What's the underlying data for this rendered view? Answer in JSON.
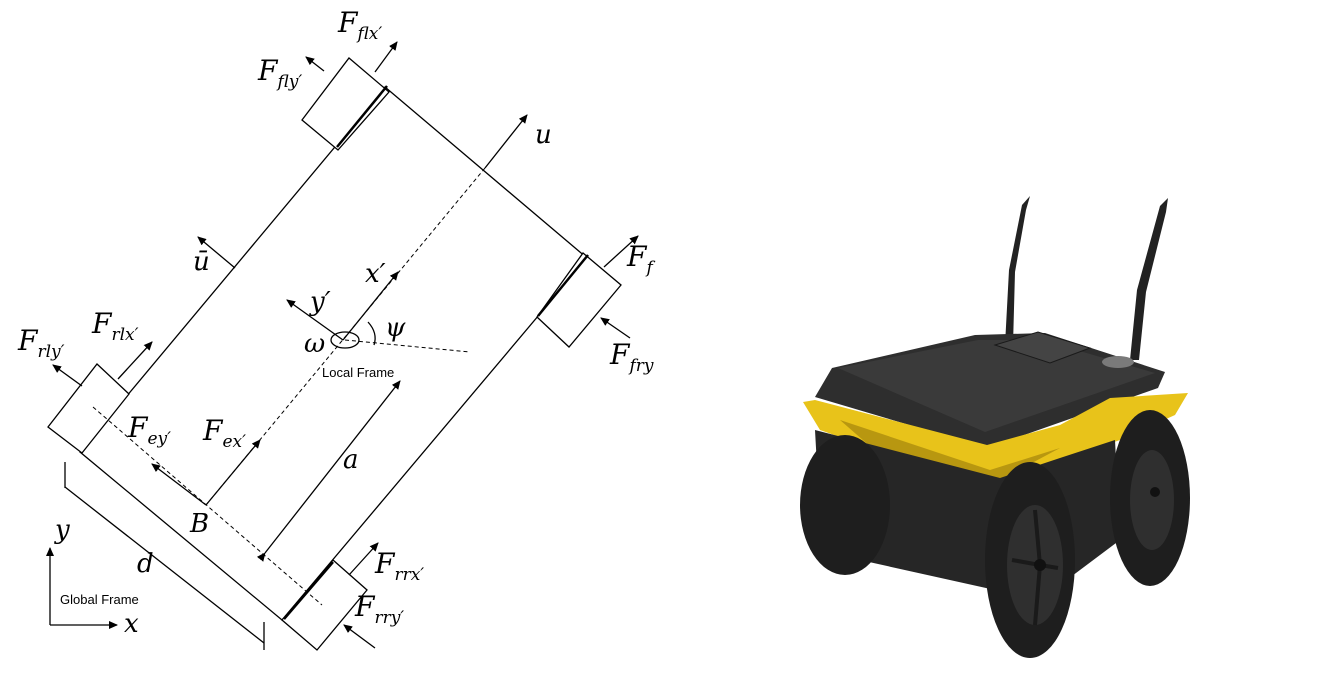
{
  "diagram": {
    "global_frame_label": "Global Frame",
    "local_frame_label": "Local Frame",
    "labels": {
      "F_flx": {
        "main": "F",
        "sub": "flx′"
      },
      "F_fly": {
        "main": "F",
        "sub": "fly′"
      },
      "F_f_cut": {
        "main": "F",
        "sub": "f"
      },
      "F_fry": {
        "main": "F",
        "sub": "fry"
      },
      "F_rlx": {
        "main": "F",
        "sub": "rlx′"
      },
      "F_rly": {
        "main": "F",
        "sub": "rly′"
      },
      "F_ey": {
        "main": "F",
        "sub": "ey′"
      },
      "F_ex": {
        "main": "F",
        "sub": "ex′"
      },
      "F_rrx": {
        "main": "F",
        "sub": "rrx′"
      },
      "F_rry": {
        "main": "F",
        "sub": "rry′"
      },
      "u": "u",
      "u_bar": "ū",
      "x_prime": "x′",
      "y_prime": "y′",
      "psi": "ψ",
      "omega": "ω",
      "a": "a",
      "B": "B",
      "d": "d",
      "y": "y",
      "x": "x"
    }
  },
  "robot_photo": {
    "colors": {
      "body": "#2b2b2b",
      "accent": "#e8c31a",
      "tire": "#1e1e1e",
      "hub": "#2f2f2f"
    }
  }
}
